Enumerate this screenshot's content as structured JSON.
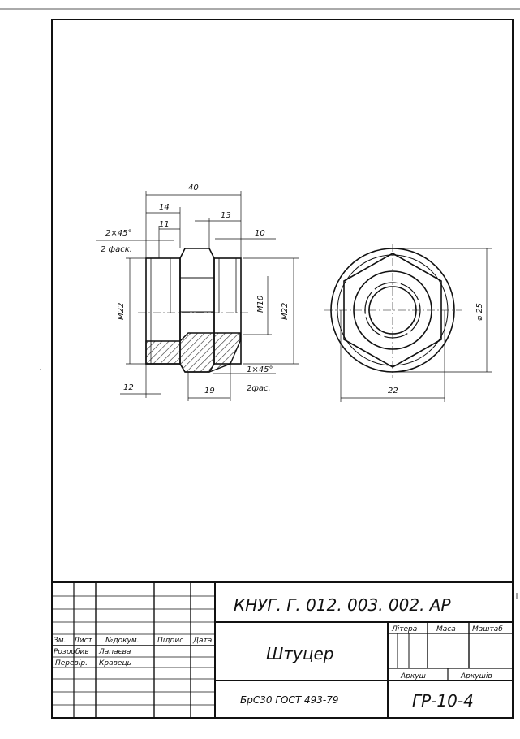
{
  "drawing": {
    "dimensions": {
      "overall_length": "40",
      "d14": "14",
      "d11": "11",
      "d13": "13",
      "d10": "10",
      "chamfer_left_1": "2×45°",
      "chamfer_left_2": "2 фаск.",
      "m22_left": "M22",
      "m10": "M10",
      "m22_right": "M22",
      "d12": "12",
      "d19": "19",
      "chamfer_right_1": "1×45°",
      "chamfer_right_2": "2фас.",
      "diam25": "⌀ 25",
      "width22": "22"
    }
  },
  "title_block": {
    "designation": "КНУГ. Г. 012. 003. 002. АР",
    "part_name": "Штуцер",
    "material": "БрС30 ГОСТ 493-79",
    "group": "ГР-10-4",
    "col_headers": {
      "zm": "Зм.",
      "list": "Лист",
      "doc_no": "№докум.",
      "signature": "Підпис",
      "date": "Дата"
    },
    "roles": {
      "developer_label": "Розробив",
      "developer_name": "Лапаєва",
      "checker_label": "Перевір.",
      "checker_name": "Кравець"
    },
    "right_headers": {
      "litera": "Літера",
      "masa": "Маса",
      "scale": "Маштаб",
      "arkush": "Аркуш",
      "arkushiv": "Аркушів"
    }
  }
}
